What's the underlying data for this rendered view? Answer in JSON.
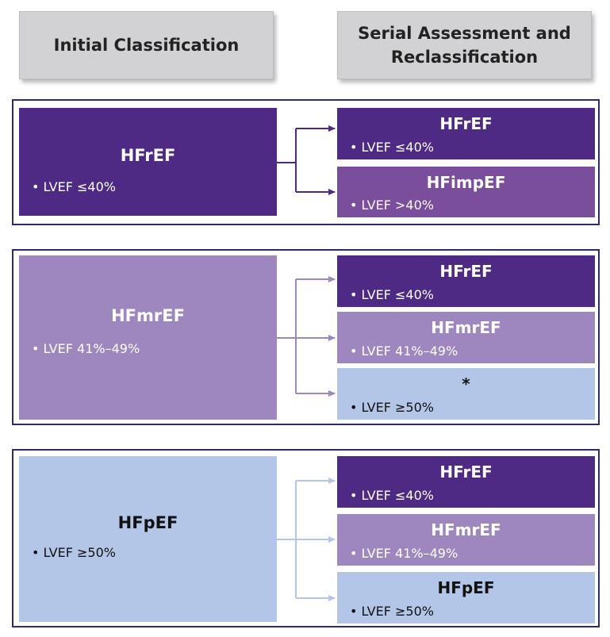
{
  "headers": {
    "initial": "Initial Classification",
    "serial_line1": "Serial Assessment and",
    "serial_line2": "Reclassification"
  },
  "groups": [
    {
      "initial": {
        "label": "HFrEF",
        "criterion": "• LVEF ≤40%"
      },
      "outcomes": [
        {
          "label": "HFrEF",
          "criterion": "• LVEF ≤40%"
        },
        {
          "label": "HFimpEF",
          "criterion": "• LVEF >40%"
        }
      ]
    },
    {
      "initial": {
        "label": "HFmrEF",
        "criterion": "• LVEF 41%–49%"
      },
      "outcomes": [
        {
          "label": "HFrEF",
          "criterion": "• LVEF ≤40%"
        },
        {
          "label": "HFmrEF",
          "criterion": "• LVEF 41%–49%"
        },
        {
          "label": "*",
          "criterion": "• LVEF ≥50%"
        }
      ]
    },
    {
      "initial": {
        "label": "HFpEF",
        "criterion": "• LVEF ≥50%"
      },
      "outcomes": [
        {
          "label": "HFrEF",
          "criterion": "• LVEF ≤40%"
        },
        {
          "label": "HFmrEF",
          "criterion": "• LVEF 41%–49%"
        },
        {
          "label": "HFpEF",
          "criterion": "• LVEF ≥50%"
        }
      ]
    }
  ],
  "colors": {
    "hfref_dark": "#4e2a84",
    "hfimpef": "#7a4e9d",
    "hfmref_lavender": "#9e86bf",
    "hfpef_light_blue": "#b4c6e7",
    "group_border": "#2d2b6b",
    "header_gray": "#d2d2d4"
  }
}
